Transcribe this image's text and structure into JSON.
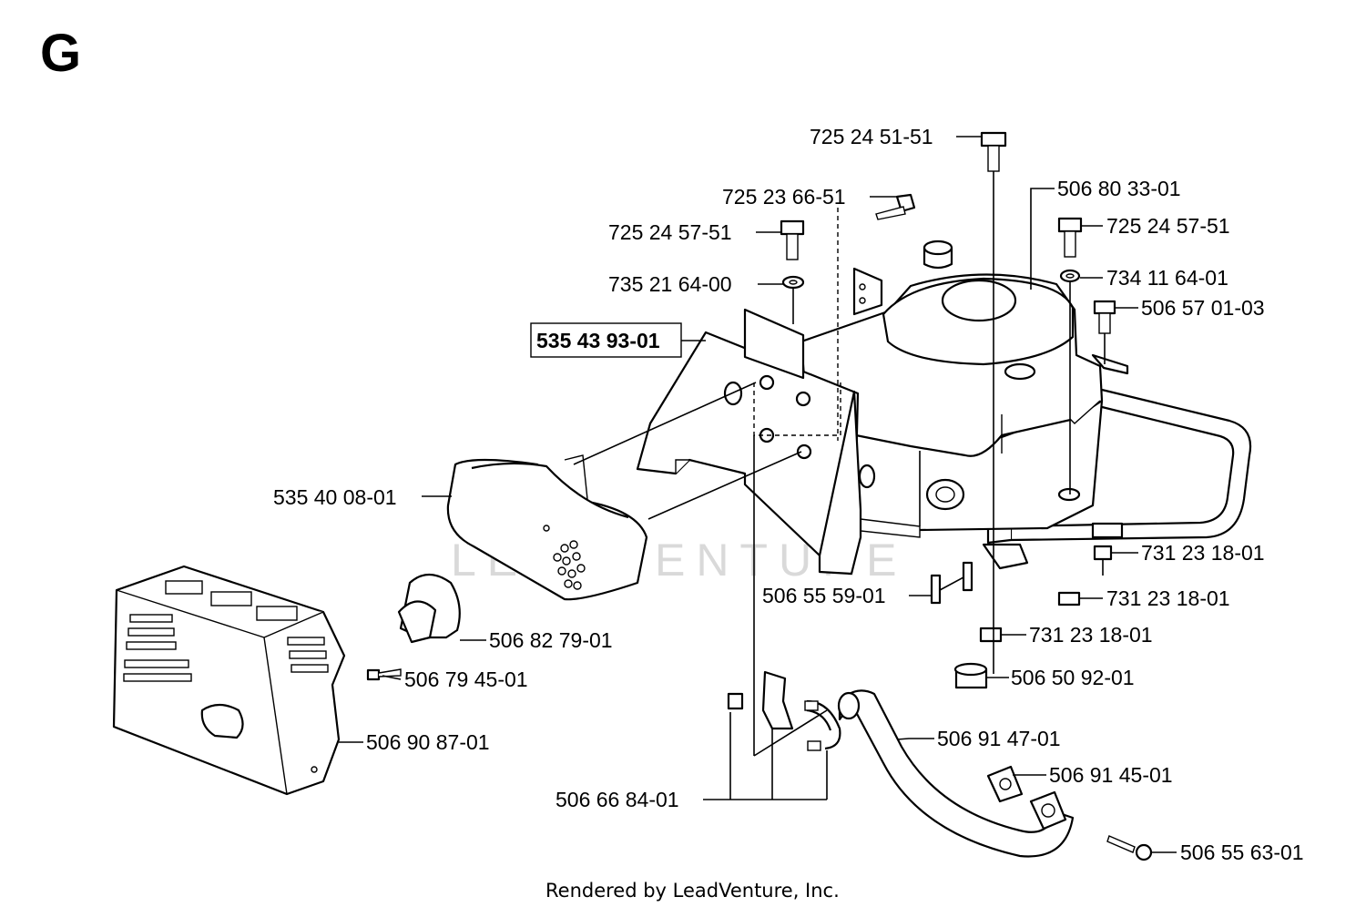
{
  "section_letter": "G",
  "watermark": "LEADVENTURE",
  "footer": "Rendered by LeadVenture, Inc.",
  "callouts": {
    "c725245151": "725 24 51-51",
    "c506803301": "506 80 33-01",
    "c725236651": "725 23 66-51",
    "c725245751_left": "725 24 57-51",
    "c725245751_right": "725 24 57-51",
    "c735216400": "735 21 64-00",
    "c734116401": "734 11 64-01",
    "c506570103": "506 57 01-03",
    "c535439301": "535 43 93-01",
    "c535400801": "535 40 08-01",
    "c731231801_a": "731 23 18-01",
    "c506555901": "506 55 59-01",
    "c731231801_b": "731 23 18-01",
    "c731231801_c": "731 23 18-01",
    "c506827901": "506 82 79-01",
    "c506794501": "506 79 45-01",
    "c506509201": "506 50 92-01",
    "c506908701": "506 90 87-01",
    "c506914701": "506 91 47-01",
    "c506914501": "506 91 45-01",
    "c506668401": "506 66 84-01",
    "c506556301": "506 55 63-01"
  }
}
